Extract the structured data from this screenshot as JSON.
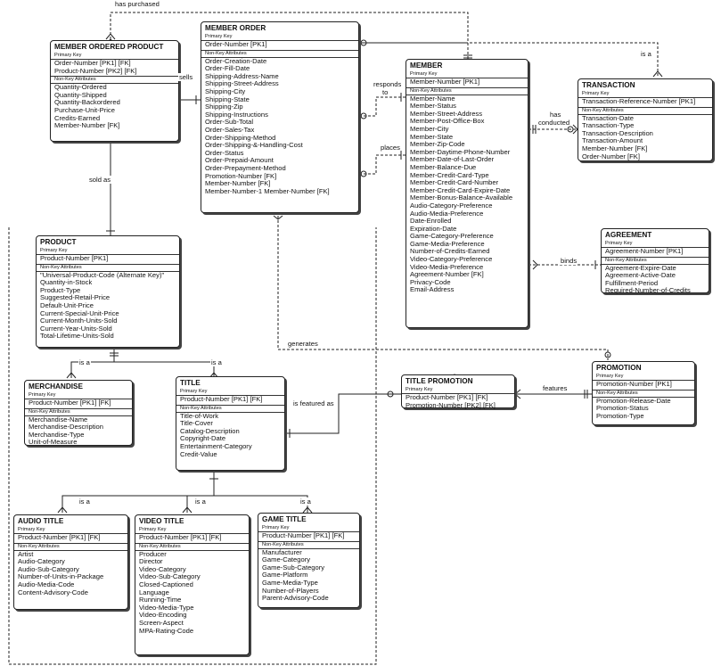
{
  "section_labels": {
    "pk": "Primary Key",
    "nk": "Non-Key Attributes"
  },
  "entities": {
    "member_ordered_product": {
      "name": "MEMBER ORDERED PRODUCT",
      "keys": [
        "Order-Number  [PK1] [FK]",
        "Product-Number  [PK2] [FK]"
      ],
      "attrs": [
        "Quantity-Ordered",
        "Quantity-Shipped",
        "Quantity-Backordered",
        "Purchase-Unit-Price",
        "Credits-Earned",
        "Member-Number  [FK]"
      ]
    },
    "member_order": {
      "name": "MEMBER ORDER",
      "keys": [
        "Order-Number  [PK1]"
      ],
      "attrs": [
        "Order-Creation-Date",
        "Order-Fill-Date",
        "Shipping-Address-Name",
        "Shipping-Street-Address",
        "Shipping-City",
        "Shipping-State",
        "Shipping-Zip",
        "Shipping-Instructions",
        "Order-Sub-Total",
        "Order-Sales-Tax",
        "Order-Shipping-Method",
        "Order-Shipping-&-Handling-Cost",
        "Order-Status",
        "Order-Prepaid-Amount",
        "Order-Prepayment-Method",
        "Promotion-Number  [FK]",
        "Member-Number  [FK]",
        "Member-Number-1     Member-Number  [FK]"
      ]
    },
    "member": {
      "name": "MEMBER",
      "keys": [
        "Member-Number  [PK1]"
      ],
      "attrs": [
        "Member-Name",
        "Member-Status",
        "Member-Street-Address",
        "Member-Post-Office-Box",
        "Member-City",
        "Member-State",
        "Member-Zip-Code",
        "Member-Daytime-Phone-Number",
        "Member-Date-of-Last-Order",
        "Member-Balance-Due",
        "Member-Credit-Card-Type",
        "Member-Credit-Card-Number",
        "Member-Credit-Card-Expire-Date",
        "Member-Bonus-Balance-Available",
        "Audio-Category-Preference",
        "Audio-Media-Preference",
        "Date-Enrolled",
        "Expiration-Date",
        "Game-Category-Preference",
        "Game-Media-Preference",
        "Number-of-Credits-Earned",
        "Video-Category-Preference",
        "Video-Media-Preference",
        "Agreement-Number  [FK]",
        "Privacy-Code",
        "Email-Address"
      ]
    },
    "transaction": {
      "name": "TRANSACTION",
      "keys": [
        "Transaction-Reference-Number  [PK1]"
      ],
      "attrs": [
        "Transaction-Date",
        "Transaction-Type",
        "Transaction-Description",
        "Transaction-Amount",
        "Member-Number  [FK]",
        "Order-Number  [FK]"
      ]
    },
    "agreement": {
      "name": "AGREEMENT",
      "keys": [
        "Agreement-Number  [PK1]"
      ],
      "attrs": [
        "Agreement-Expire-Date",
        "Agreement-Active-Date",
        "Fulfillment-Period",
        "Required-Number-of-Credits"
      ]
    },
    "product": {
      "name": "PRODUCT",
      "keys": [
        "Product-Number  [PK1]"
      ],
      "attrs": [
        "\"Universal-Product-Code (Alternate Key)\"",
        "Quantity-in-Stock",
        "Product-Type",
        "Suggested-Retail-Price",
        "Default-Unit-Price",
        "Current-Special-Unit-Price",
        "Current-Month-Units-Sold",
        "Current-Year-Units-Sold",
        "Total-Lifetime-Units-Sold"
      ]
    },
    "merchandise": {
      "name": "MERCHANDISE",
      "keys": [
        "Product-Number  [PK1] [FK]"
      ],
      "attrs": [
        "Merchandise-Name",
        "Merchandise-Description",
        "Merchandise-Type",
        "Unit-of-Measure"
      ]
    },
    "title": {
      "name": "TITLE",
      "keys": [
        "Product-Number  [PK1] [FK]"
      ],
      "attrs": [
        "Title-of-Work",
        "Title-Cover",
        "Catalog-Description",
        "Copyright-Date",
        "Entertainment-Category",
        "Credit-Value"
      ]
    },
    "title_promotion": {
      "name": "TITLE PROMOTION",
      "keys": [
        "Product-Number  [PK1] [FK]",
        "Promotion-Number  [PK2] [FK]"
      ],
      "attrs": []
    },
    "promotion": {
      "name": "PROMOTION",
      "keys": [
        "Promotion-Number  [PK1]"
      ],
      "attrs": [
        "Promotion-Release-Date",
        "Promotion-Status",
        "Promotion-Type"
      ]
    },
    "audio_title": {
      "name": "AUDIO TITLE",
      "keys": [
        "Product-Number  [PK1] [FK]"
      ],
      "attrs": [
        "Artist",
        "Audio-Category",
        "Audio-Sub-Category",
        "Number-of-Units-in-Package",
        "Audio-Media-Code",
        "Content-Advisory-Code"
      ]
    },
    "video_title": {
      "name": "VIDEO TITLE",
      "keys": [
        "Product-Number  [PK1] [FK]"
      ],
      "attrs": [
        "Producer",
        "Director",
        "Video-Category",
        "Video-Sub-Category",
        "Closed-Captioned",
        "Language",
        "Running-Time",
        "Video-Media-Type",
        "Video-Encoding",
        "Screen-Aspect",
        "MPA-Rating-Code"
      ]
    },
    "game_title": {
      "name": "GAME TITLE",
      "keys": [
        "Product-Number  [PK1] [FK]"
      ],
      "attrs": [
        "Manufacturer",
        "Game-Category",
        "Game-Sub-Category",
        "Game-Platform",
        "Game-Media-Type",
        "Number-of-Players",
        "Parent-Advisory-Code"
      ]
    }
  },
  "relationships": {
    "has_purchased": "has purchased",
    "sells": "sells",
    "sold_as": "sold as",
    "responds_to_1": "responds",
    "responds_to_2": "to",
    "places": "places",
    "has_conducted_1": "has",
    "has_conducted_2": "conducted",
    "is_a_transaction": "is a",
    "binds": "binds",
    "generates": "generates",
    "is_a_merch": "is a",
    "is_a_title": "is a",
    "is_featured_as": "is featured as",
    "features": "features",
    "is_a_audio": "is a",
    "is_a_video": "is a",
    "is_a_game": "is a"
  }
}
